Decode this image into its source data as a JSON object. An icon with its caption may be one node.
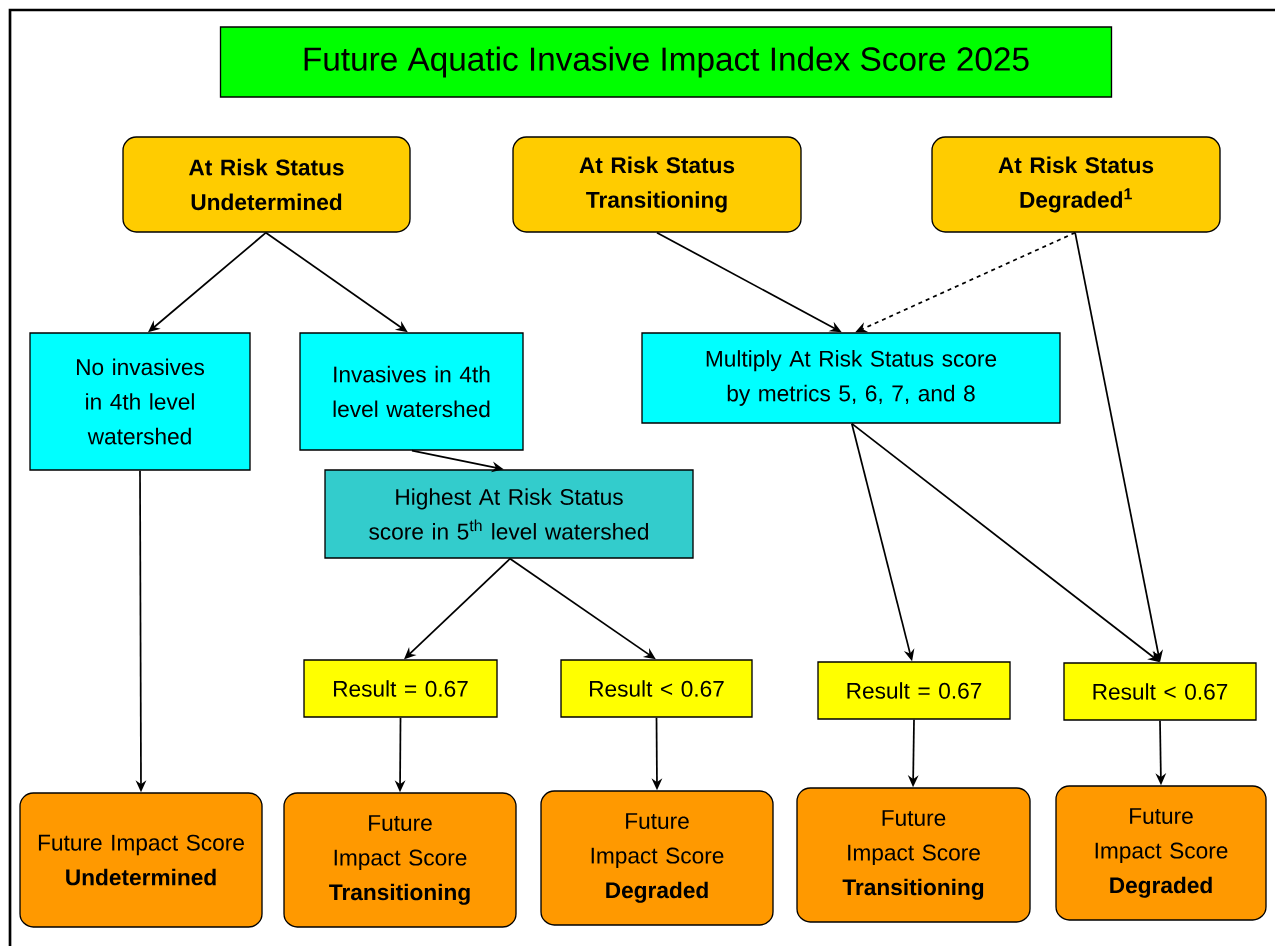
{
  "diagram": {
    "title": "Future Aquatic Invasive Impact Index Score 2025",
    "nodes": [
      {
        "text": [
          "At Risk Status Undetermined"
        ]
      },
      {
        "text": [
          "At Risk Status Transitioning"
        ]
      },
      {
        "text": [
          "At Risk Status Degraded$^{1}$"
        ]
      },
      {
        "text": [
          "No invasives in 4th level watershed"
        ]
      },
      {
        "text": [
          "Invasives in 4th level watershed"
        ]
      },
      {
        "text": [
          "Multiply At Risk Status score by metrics 5, 6, 7, and 8"
        ]
      },
      {
        "text": [
          "Highest At Risk Status score in 5$^{th}$ level watershed"
        ]
      },
      {
        "text": [
          "Result = 0.67"
        ]
      },
      {
        "text": [
          "Result < 0.67"
        ]
      },
      {
        "text": [
          "Result = 0.67"
        ]
      },
      {
        "text": [
          "Result < 0.67"
        ]
      },
      {
        "text": [
          "Future Impact Score",
          "Undetermined"
        ]
      },
      {
        "text": [
          "Future Impact Score",
          "Transitioning"
        ]
      },
      {
        "text": [
          "Future Impact Score",
          "Degraded"
        ]
      },
      {
        "text": [
          "Future Impact Score",
          "Transitioning"
        ]
      },
      {
        "text": [
          "Future Impact Score",
          "Degraded"
        ]
      }
    ],
    "edges": [
      {
        "from": 0,
        "to": 3,
        "arrow": "to"
      },
      {
        "from": 0,
        "to": 4,
        "arrow": "to"
      },
      {
        "from": 1,
        "to": 5,
        "arrow": "to"
      },
      {
        "from": 2,
        "to": 5,
        "arrow": "to",
        "style": "dashed"
      },
      {
        "from": 2,
        "to": 10,
        "arrow": "to"
      },
      {
        "from": 3,
        "to": 11,
        "arrow": "to"
      },
      {
        "from": 4,
        "to": 6,
        "arrow": "to"
      },
      {
        "from": 5,
        "to": 9,
        "arrow": "to"
      },
      {
        "from": 5,
        "to": 10,
        "arrow": "to"
      },
      {
        "from": 6,
        "to": 7,
        "arrow": "to"
      },
      {
        "from": 6,
        "to": 8,
        "arrow": "to"
      },
      {
        "from": 7,
        "to": 12,
        "arrow": "to"
      },
      {
        "from": 8,
        "to": 13,
        "arrow": "to"
      },
      {
        "from": 9,
        "to": 14,
        "arrow": "to"
      },
      {
        "from": 10,
        "to": 15,
        "arrow": "to"
      }
    ]
  }
}
